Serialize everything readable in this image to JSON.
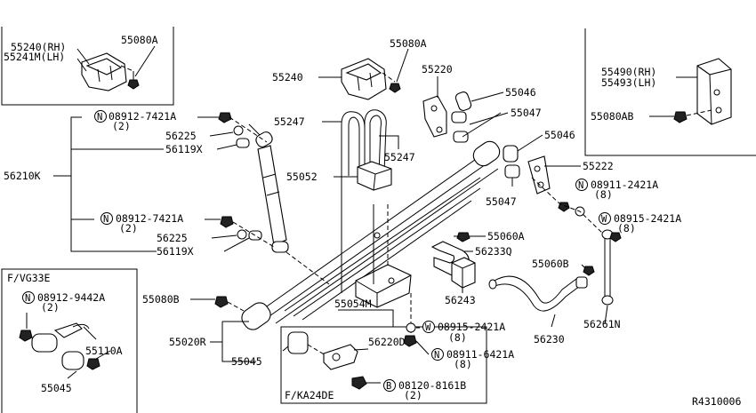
{
  "labels": {
    "p55240_rh": "55240(RH)",
    "p55241m_lh": "55241M(LH)",
    "p55080a_1": "55080A",
    "p55240": "55240",
    "p55080a_2": "55080A",
    "p55220": "55220",
    "p55046_1": "55046",
    "p55047_1": "55047",
    "p55046_2": "55046",
    "p55222": "55222",
    "p55047_2": "55047",
    "p55490_rh": "55490(RH)",
    "p55493_lh": "55493(LH)",
    "p55080ab": "55080AB",
    "p08912_7421a_1": "08912-7421A",
    "q08912_7421a_1": "(2)",
    "p56225_1": "56225",
    "p56119x_1": "56119X",
    "p55247_1": "55247",
    "p55247_2": "55247",
    "p55052": "55052",
    "p56210k": "56210K",
    "p08912_7421a_2": "08912-7421A",
    "q08912_7421a_2": "(2)",
    "p56225_2": "56225",
    "p56119x_2": "56119X",
    "p08911_2421a": "08911-2421A",
    "q08911_2421a": "(8)",
    "p08915_2421a_1": "08915-2421A",
    "q08915_2421a_1": "(8)",
    "p55060a": "55060A",
    "p56233q": "56233Q",
    "p55060b": "55060B",
    "p56243": "56243",
    "fvg33e": "F/VG33E",
    "p08912_9442a": "08912-9442A",
    "q08912_9442a": "(2)",
    "p55080b": "55080B",
    "p55054m": "55054M",
    "p55110a": "55110A",
    "p55045_1": "55045",
    "p55020r": "55020R",
    "p55045_2": "55045",
    "p56220d": "56220D",
    "p08915_2421a_2": "08915-2421A",
    "q08915_2421a_2": "(8)",
    "p08911_6421a": "08911-6421A",
    "q08911_6421a": "(8)",
    "p56230": "56230",
    "p56261n": "56261N",
    "fka24de": "F/KA24DE",
    "p08120_8161b": "08120-8161B",
    "q08120_8161b": "(2)",
    "ref": "R4310006"
  },
  "symbols": {
    "n": "N",
    "w": "W",
    "b": "B"
  }
}
